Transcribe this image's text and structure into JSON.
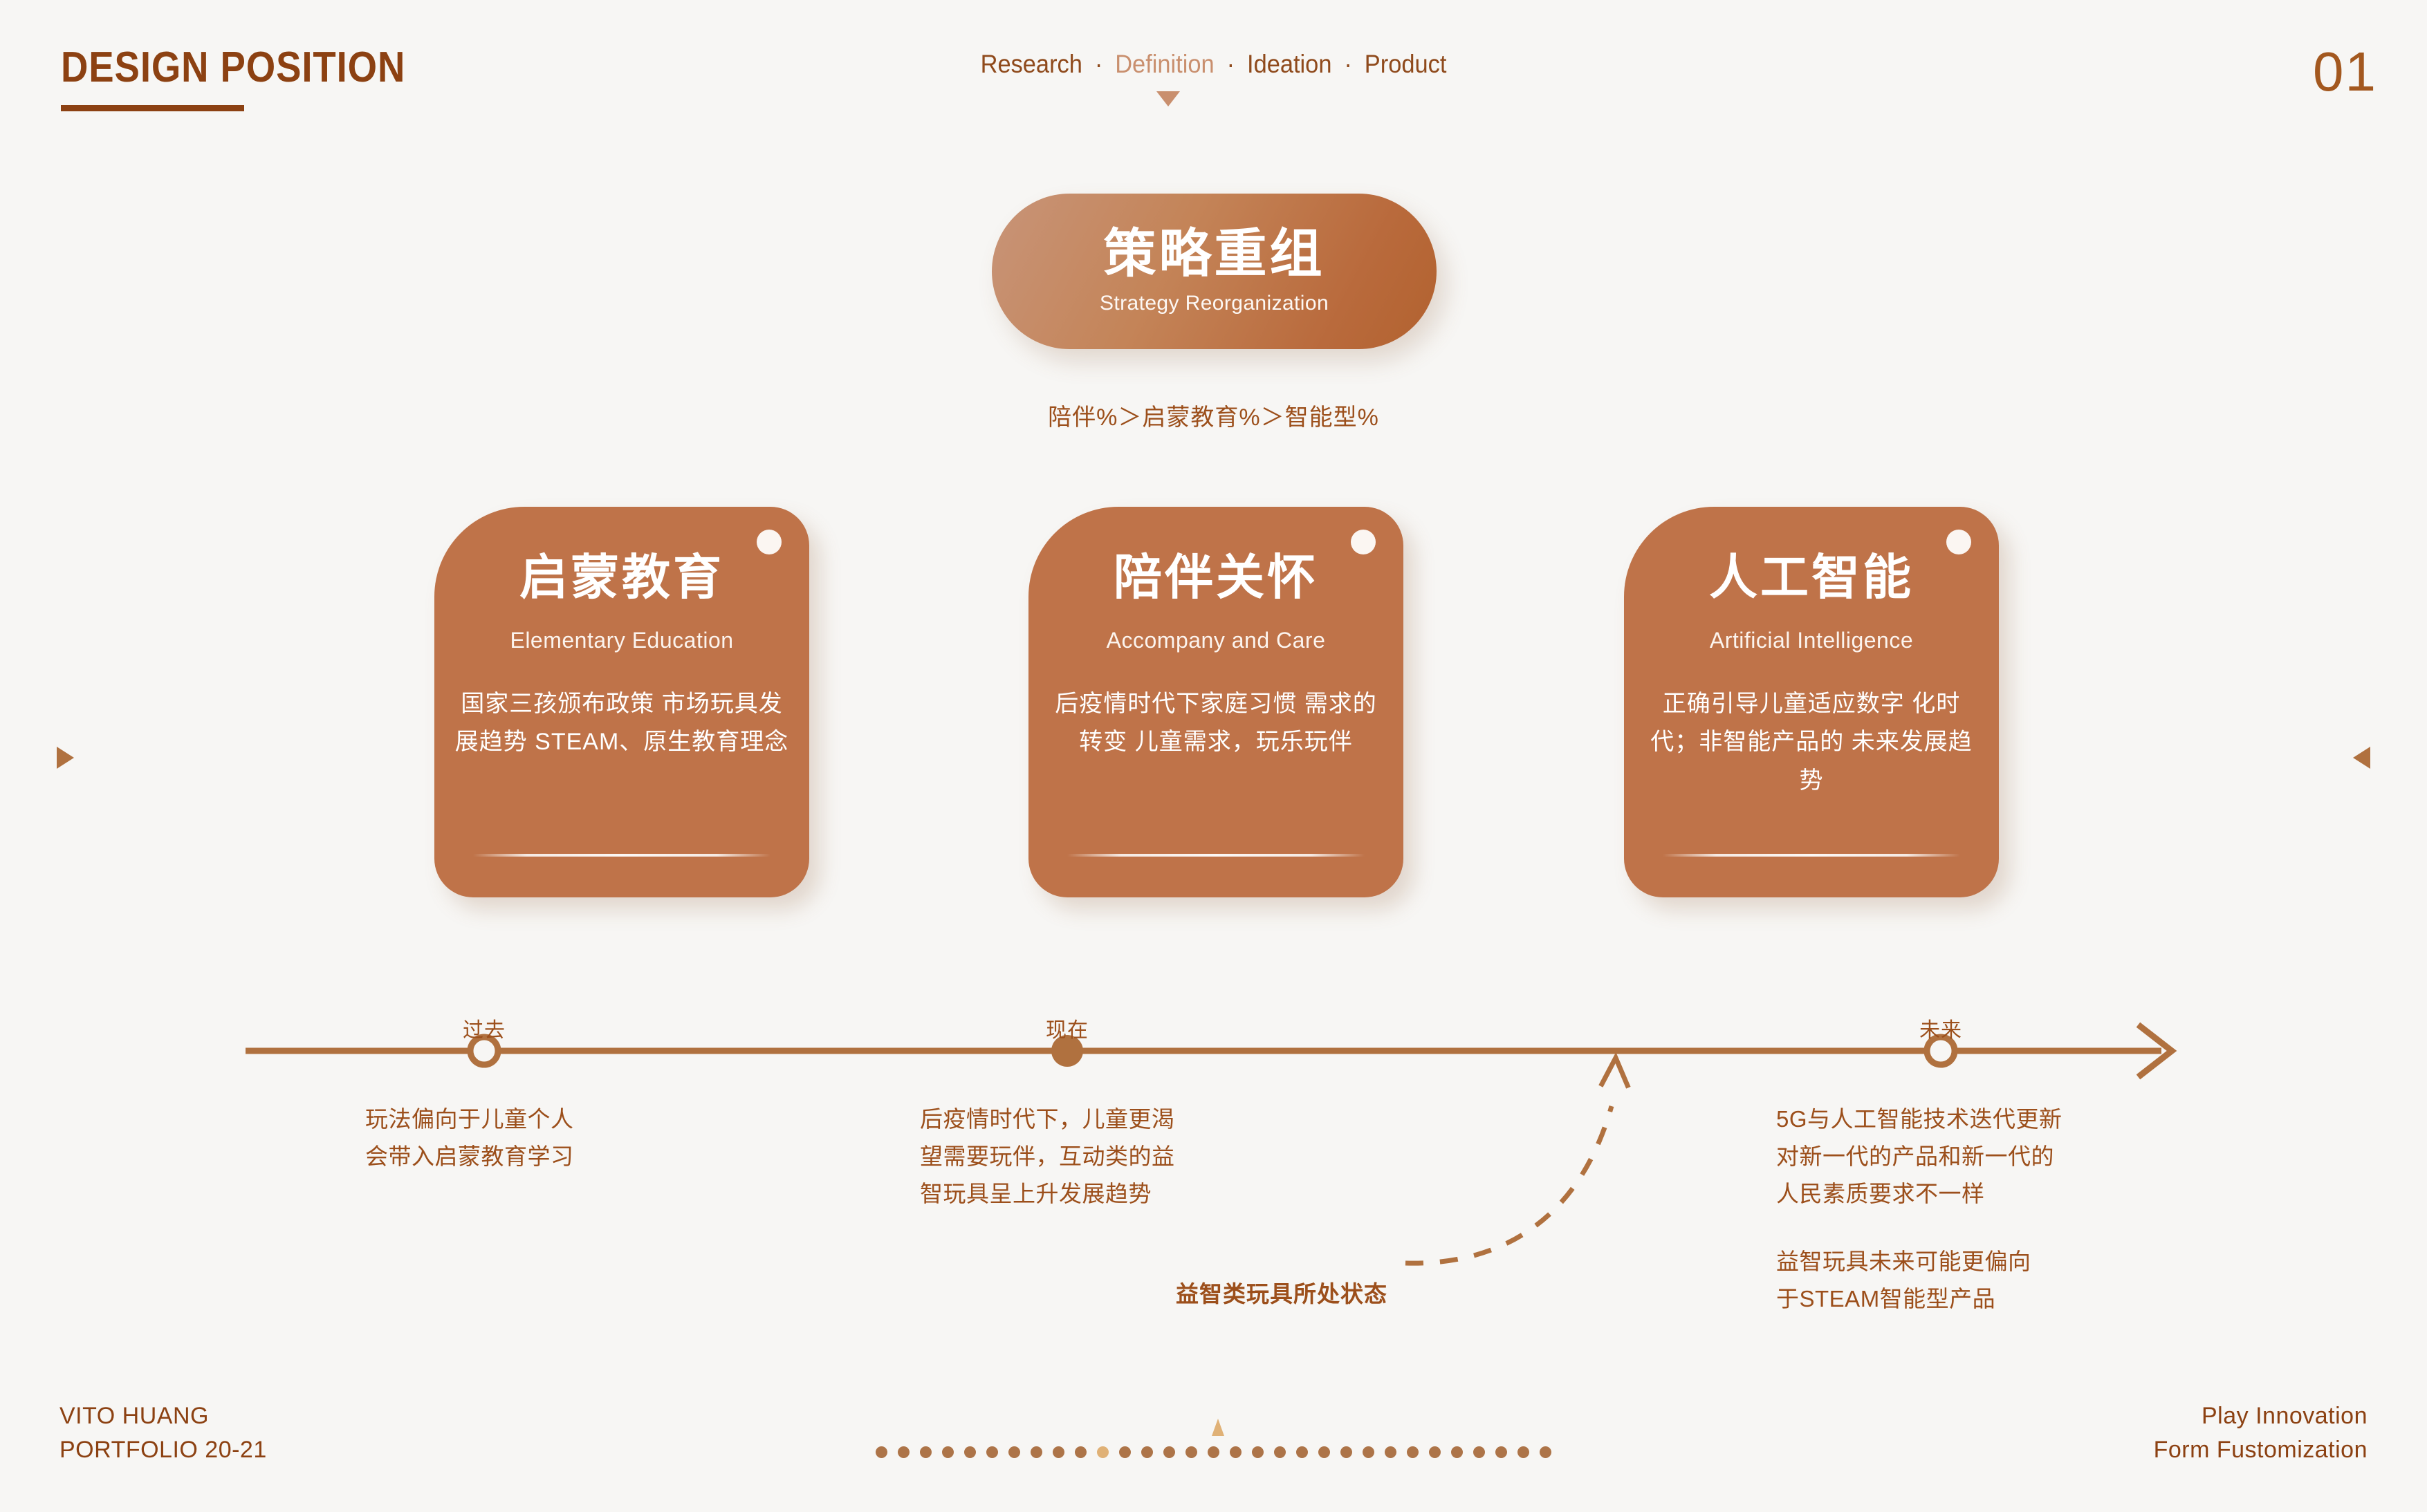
{
  "header": {
    "title": "DESIGN POSITION",
    "page_number": "01",
    "breadcrumb": [
      {
        "label": "Research",
        "active": false
      },
      {
        "label": "Definition",
        "active": true
      },
      {
        "label": "Ideation",
        "active": false
      },
      {
        "label": "Product",
        "active": false
      }
    ],
    "breadcrumb_separator": "·"
  },
  "strategy": {
    "title_cn": "策略重组",
    "title_en": "Strategy Reorganization",
    "formula": "陪伴%＞启蒙教育%＞智能型%"
  },
  "cards": [
    {
      "title_cn": "启蒙教育",
      "title_en": "Elementary Education",
      "body": "国家三孩颁布政策\n市场玩具发展趋势\nSTEAM、原生教育理念"
    },
    {
      "title_cn": "陪伴关怀",
      "title_en": "Accompany and Care",
      "body": "后疫情时代下家庭习惯\n需求的转变\n儿童需求，玩乐玩伴"
    },
    {
      "title_cn": "人工智能",
      "title_en": "Artificial Intelligence",
      "body": "正确引导儿童适应数字\n化时代；非智能产品的\n未来发展趋势"
    }
  ],
  "timeline": {
    "milestones": [
      {
        "label": "过去",
        "filled": false,
        "text": "玩法偏向于儿童个人\n会带入启蒙教育学习"
      },
      {
        "label": "现在",
        "filled": true,
        "text": "后疫情时代下，儿童更渴\n望需要玩伴，互动类的益\n智玩具呈上升发展趋势"
      },
      {
        "label": "未来",
        "filled": false,
        "text": "5G与人工智能技术迭代更新\n对新一代的产品和新一代的\n人民素质要求不一样"
      }
    ],
    "future_second_text": "益智玩具未来可能更偏向\n于STEAM智能型产品",
    "curve_label": "益智类玩具所处状态"
  },
  "footer": {
    "left": "VITO HUANG\nPORTFOLIO 20-21",
    "right": "Play Innovation\nForm Fustomization",
    "dots_total": 31,
    "dots_active_index": 10
  },
  "colors": {
    "background": "#f7f6f4",
    "brand_dark": "#8c4112",
    "brand": "#9c4f1b",
    "card_fill": "#bf7349",
    "accent_light": "#c98f6e",
    "dot_active": "#e0b176",
    "dot_inactive": "#ad7448"
  },
  "icons": {
    "nav_prev": "triangle-right-icon",
    "nav_next": "triangle-left-icon",
    "breadcrumb_marker": "triangle-down-icon",
    "pagination_marker": "triangle-up-icon"
  }
}
